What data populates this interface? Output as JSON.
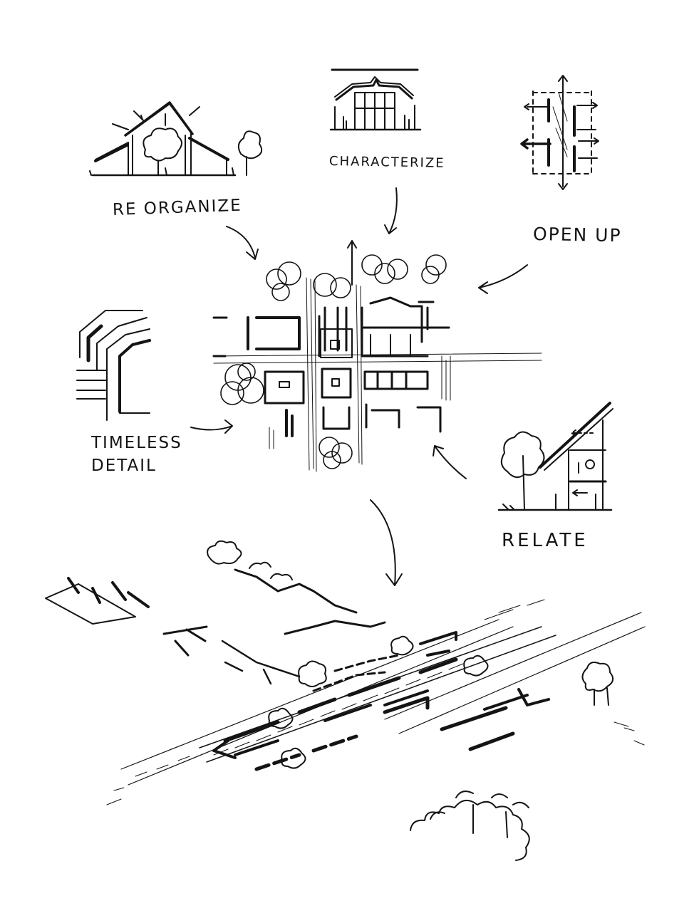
{
  "labels": {
    "reorganize": "RE ORGANIZE",
    "characterize": "CHARACTERIZE",
    "open_up": "OPEN UP",
    "timeless_line1": "TIMELESS",
    "timeless_line2": "DETAIL",
    "relate": "RELATE"
  },
  "colors": {
    "ink": "#141414",
    "paper": "#ffffff"
  }
}
